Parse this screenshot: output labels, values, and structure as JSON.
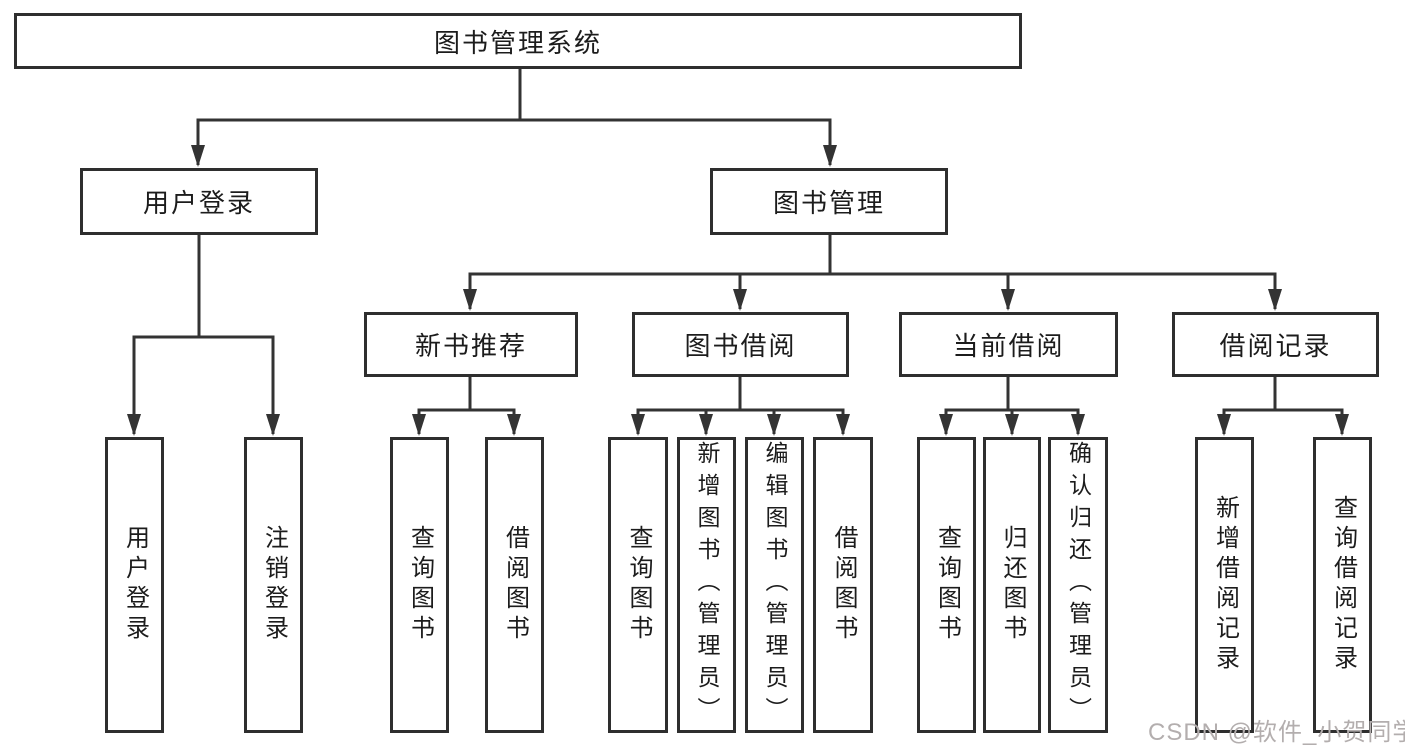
{
  "diagram": {
    "title": "图书管理系统",
    "colors": {
      "line": "#333333",
      "box_border": "#2e2e2e",
      "text": "#1c1c1c",
      "watermark": "#b3aeae",
      "background": "#ffffff"
    },
    "nodes": {
      "root": "图书管理系统",
      "user_login": "用户登录",
      "book_management": "图书管理",
      "new_book_recommend": "新书推荐",
      "book_borrow": "图书借阅",
      "current_borrow": "当前借阅",
      "borrow_record": "借阅记录",
      "leaves": {
        "user_login": "用户登录",
        "logout": "注销登录",
        "rec_query_book": "查询图书",
        "rec_borrow_book": "借阅图书",
        "bor_query_book": "查询图书",
        "bor_add_book": "新增图书（管理员）",
        "bor_edit_book": "编辑图书（管理员）",
        "bor_borrow_book": "借阅图书",
        "cur_query_book": "查询图书",
        "cur_return_book": "归还图书",
        "cur_confirm_return": "确认归还（管理员）",
        "log_add_record": "新增借阅记录",
        "log_query_record": "查询借阅记录"
      }
    },
    "edges": [
      "图书管理系统→用户登录",
      "图书管理系统→图书管理",
      "用户登录→用户登录",
      "用户登录→注销登录",
      "图书管理→新书推荐",
      "图书管理→图书借阅",
      "图书管理→当前借阅",
      "图书管理→借阅记录",
      "新书推荐→查询图书",
      "新书推荐→借阅图书",
      "图书借阅→查询图书",
      "图书借阅→新增图书（管理员）",
      "图书借阅→编辑图书（管理员）",
      "图书借阅→借阅图书",
      "当前借阅→查询图书",
      "当前借阅→归还图书",
      "当前借阅→确认归还（管理员）",
      "借阅记录→新增借阅记录",
      "借阅记录→查询借阅记录"
    ]
  },
  "watermark": "CSDN @软件_小贺同学"
}
